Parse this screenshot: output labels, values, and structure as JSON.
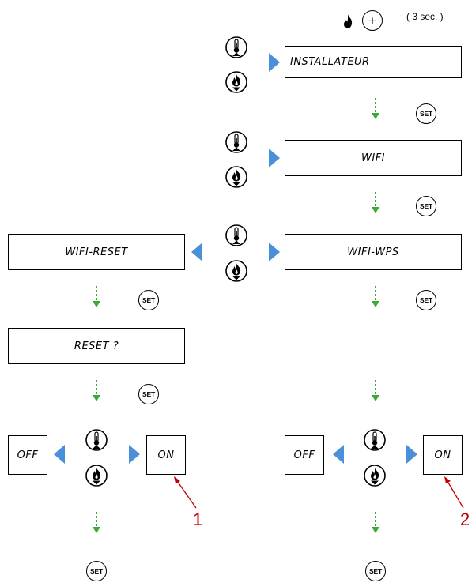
{
  "header": {
    "plus_symbol": "+",
    "duration_note": "( 3 sec. )"
  },
  "displays": {
    "installateur": "INSTALLATEUR",
    "wifi": "WIFI",
    "wifi_wps": "WIFI-WPS",
    "wifi_reset": "WIFI-RESET",
    "reset_confirm": "RESET ?",
    "off_left": "OFF",
    "on_left": "ON",
    "off_right": "OFF",
    "on_right": "ON"
  },
  "buttons": {
    "set_label": "SET"
  },
  "callouts": {
    "one": "1",
    "two": "2"
  },
  "colors": {
    "arrow_blue": "#4a90d9",
    "flow_green": "#3aaa35",
    "callout_red": "#c00000"
  }
}
